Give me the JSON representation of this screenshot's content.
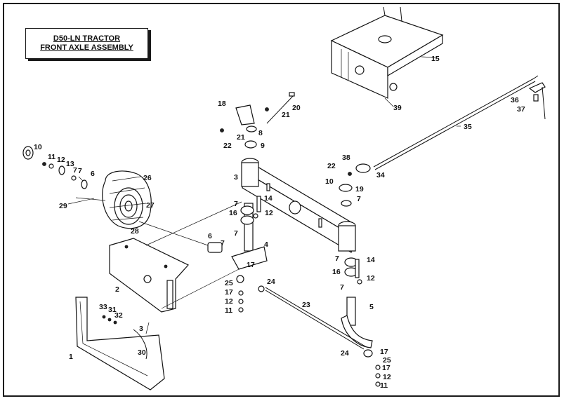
{
  "title": {
    "line1": "D50-LN TRACTOR",
    "line2": "FRONT AXLE ASSEMBLY"
  },
  "parts": [
    {
      "id": "p1",
      "label": "1"
    },
    {
      "id": "p2",
      "label": "2"
    },
    {
      "id": "p3a",
      "label": "3"
    },
    {
      "id": "p3b",
      "label": "3"
    },
    {
      "id": "p4",
      "label": "4"
    },
    {
      "id": "p5",
      "label": "5"
    },
    {
      "id": "p6a",
      "label": "6"
    },
    {
      "id": "p6b",
      "label": "6"
    },
    {
      "id": "p7a",
      "label": "7"
    },
    {
      "id": "p7b",
      "label": "7"
    },
    {
      "id": "p7c",
      "label": "7"
    },
    {
      "id": "p7d",
      "label": "7"
    },
    {
      "id": "p7e",
      "label": "7"
    },
    {
      "id": "p7f",
      "label": "7"
    },
    {
      "id": "p7g",
      "label": "7"
    },
    {
      "id": "p7h",
      "label": "7"
    },
    {
      "id": "p8",
      "label": "8"
    },
    {
      "id": "p9",
      "label": "9"
    },
    {
      "id": "p10a",
      "label": "10"
    },
    {
      "id": "p10b",
      "label": "10"
    },
    {
      "id": "p11a",
      "label": "11"
    },
    {
      "id": "p11b",
      "label": "11"
    },
    {
      "id": "p11c",
      "label": "11"
    },
    {
      "id": "p12a",
      "label": "12"
    },
    {
      "id": "p12b",
      "label": "12"
    },
    {
      "id": "p12c",
      "label": "12"
    },
    {
      "id": "p12d",
      "label": "12"
    },
    {
      "id": "p12e",
      "label": "12"
    },
    {
      "id": "p13",
      "label": "13"
    },
    {
      "id": "p14a",
      "label": "14"
    },
    {
      "id": "p14b",
      "label": "14"
    },
    {
      "id": "p15",
      "label": "15"
    },
    {
      "id": "p16a",
      "label": "16"
    },
    {
      "id": "p16b",
      "label": "16"
    },
    {
      "id": "p17a",
      "label": "17"
    },
    {
      "id": "p17b",
      "label": "17"
    },
    {
      "id": "p17c",
      "label": "17"
    },
    {
      "id": "p17d",
      "label": "17"
    },
    {
      "id": "p18",
      "label": "18"
    },
    {
      "id": "p19",
      "label": "19"
    },
    {
      "id": "p20",
      "label": "20"
    },
    {
      "id": "p21a",
      "label": "21"
    },
    {
      "id": "p21b",
      "label": "21"
    },
    {
      "id": "p22a",
      "label": "22"
    },
    {
      "id": "p22b",
      "label": "22"
    },
    {
      "id": "p23",
      "label": "23"
    },
    {
      "id": "p24a",
      "label": "24"
    },
    {
      "id": "p24b",
      "label": "24"
    },
    {
      "id": "p25a",
      "label": "25"
    },
    {
      "id": "p25b",
      "label": "25"
    },
    {
      "id": "p26",
      "label": "26"
    },
    {
      "id": "p27",
      "label": "27"
    },
    {
      "id": "p28",
      "label": "28"
    },
    {
      "id": "p29",
      "label": "29"
    },
    {
      "id": "p30",
      "label": "30"
    },
    {
      "id": "p31",
      "label": "31"
    },
    {
      "id": "p32",
      "label": "32"
    },
    {
      "id": "p33",
      "label": "33"
    },
    {
      "id": "p34",
      "label": "34"
    },
    {
      "id": "p35",
      "label": "35"
    },
    {
      "id": "p36",
      "label": "36"
    },
    {
      "id": "p37",
      "label": "37"
    },
    {
      "id": "p38",
      "label": "38"
    },
    {
      "id": "p39",
      "label": "39"
    }
  ]
}
